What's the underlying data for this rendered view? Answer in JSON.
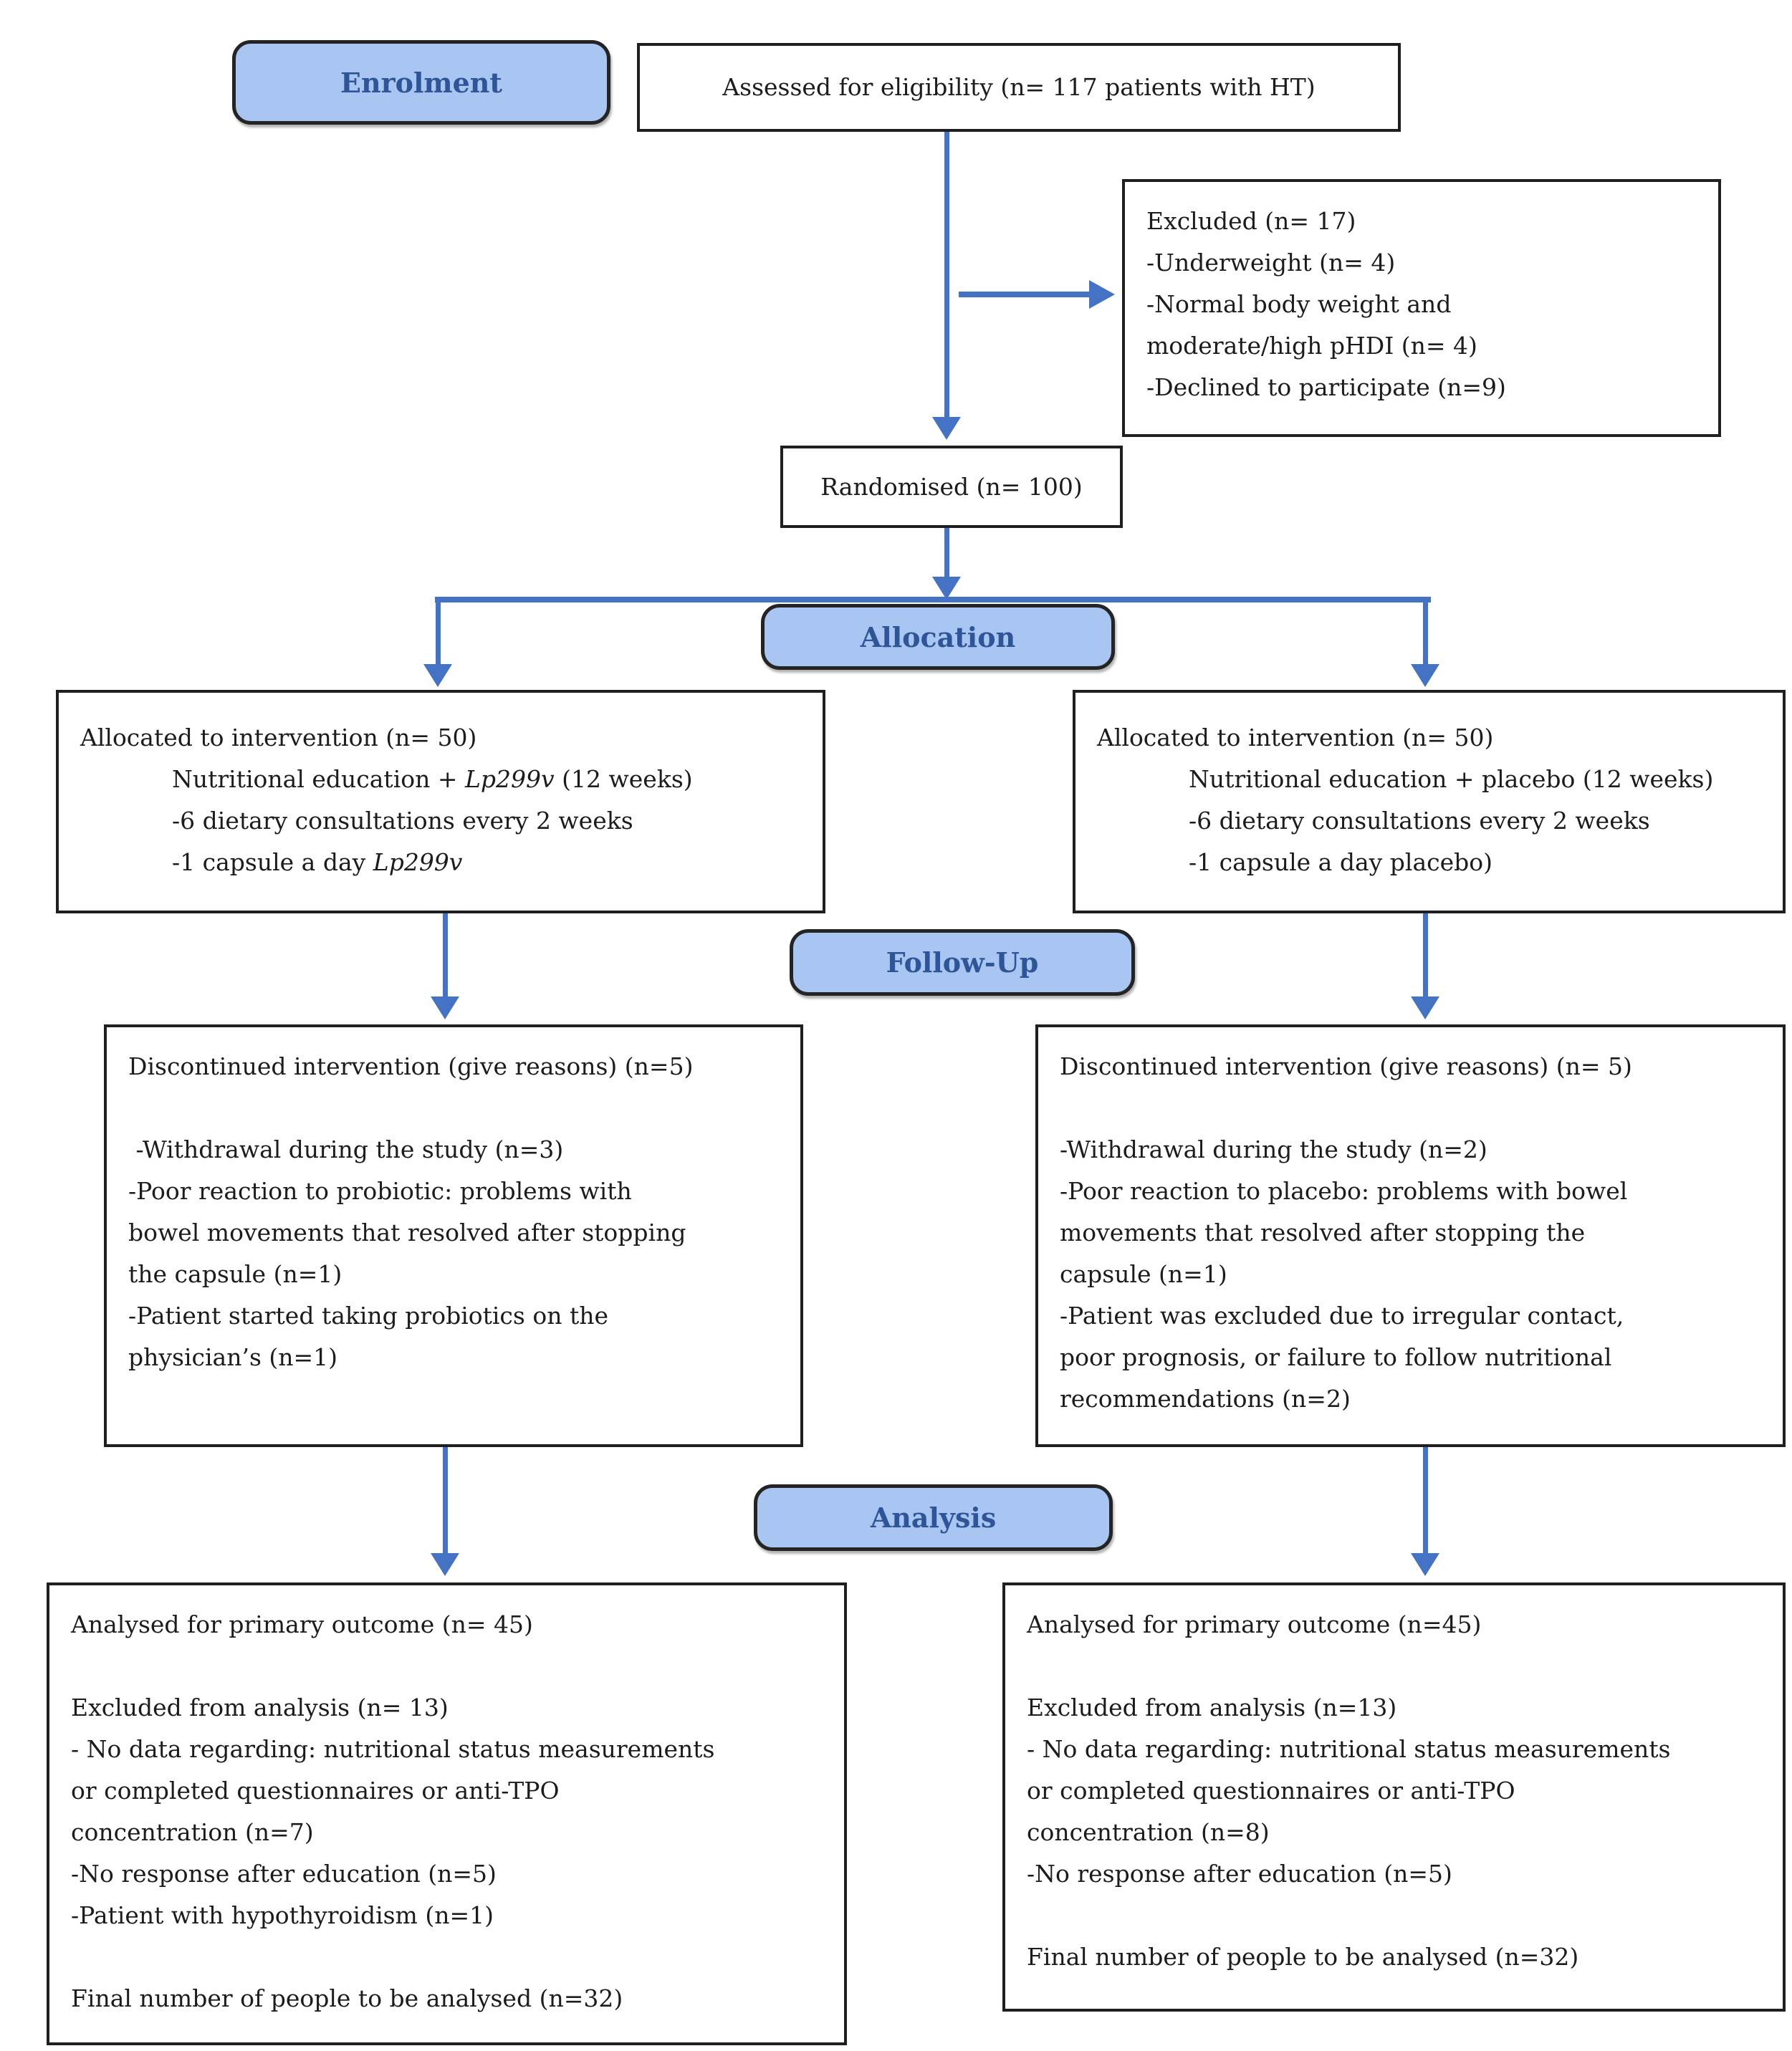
{
  "labels": {
    "enrolment": "Enrolment",
    "allocation": "Allocation",
    "follow_up": "Follow-Up",
    "analysis": "Analysis"
  },
  "boxes": {
    "assessed": {
      "text": "Assessed for eligibility (n= 117 patients with HT)"
    },
    "excluded": {
      "lines": [
        "Excluded (n= 17)",
        "-Underweight (n= 4)",
        "-Normal body weight and",
        "moderate/high pHDI (n= 4)",
        "-Declined to participate (n=9)"
      ]
    },
    "randomised": {
      "text": "Randomised (n= 100)"
    },
    "allocated_lp299v": {
      "lines": [
        "Allocated to intervention (n= 50)",
        {
          "indent": true,
          "parts": [
            {
              "t": "Nutritional education + "
            },
            {
              "t": "Lp299v",
              "i": true
            },
            {
              "t": " (12 weeks)"
            }
          ]
        },
        {
          "indent": true,
          "parts": [
            {
              "t": "-6 dietary consultations every 2 weeks"
            }
          ]
        },
        {
          "indent": true,
          "parts": [
            {
              "t": "-1 capsule a day "
            },
            {
              "t": "Lp299v",
              "i": true
            }
          ]
        }
      ]
    },
    "allocated_placebo": {
      "lines": [
        "Allocated to intervention (n= 50)",
        {
          "indent": true,
          "parts": [
            {
              "t": "Nutritional education + placebo (12 weeks)"
            }
          ]
        },
        {
          "indent": true,
          "parts": [
            {
              "t": "-6 dietary consultations every 2 weeks"
            }
          ]
        },
        {
          "indent": true,
          "parts": [
            {
              "t": "-1 capsule a day placebo)"
            }
          ]
        }
      ]
    },
    "discontinued_lp299v": {
      "lines": [
        "Discontinued intervention (give reasons) (n=5)",
        "",
        " -Withdrawal during the study (n=3)",
        "-Poor reaction to probiotic: problems with",
        "bowel movements that resolved after stopping",
        "the capsule (n=1)",
        "-Patient started taking probiotics on the",
        "physician’s (n=1)"
      ]
    },
    "discontinued_placebo": {
      "lines": [
        "Discontinued intervention (give reasons) (n= 5)",
        "",
        "-Withdrawal during the study (n=2)",
        "-Poor reaction to placebo: problems with bowel",
        "movements that resolved after stopping the",
        "capsule (n=1)",
        "-Patient was excluded due to irregular contact,",
        "poor prognosis, or failure to follow nutritional",
        "recommendations (n=2)"
      ]
    },
    "analysed_lp299v": {
      "lines": [
        "Analysed for primary outcome (n= 45)",
        "",
        "Excluded from analysis (n= 13)",
        "- No data regarding: nutritional status measurements",
        "or completed questionnaires or anti-TPO",
        "concentration (n=7)",
        "-No response after education (n=5)",
        "-Patient with hypothyroidism (n=1)",
        "",
        "Final number of people to be analysed (n=32)"
      ]
    },
    "analysed_placebo": {
      "lines": [
        "Analysed for primary outcome (n=45)",
        "",
        "Excluded from analysis (n=13)",
        "- No data regarding: nutritional status measurements",
        "or completed questionnaires or anti-TPO",
        "concentration (n=8)",
        "-No response after education (n=5)",
        "",
        "Final number of people to be analysed (n=32)"
      ]
    }
  },
  "colors": {
    "arrow_blue": "#4472c4",
    "phase_label_fill": "#a9c6f2",
    "phase_label_text": "#2e5597",
    "box_border": "#1f1f1f"
  }
}
